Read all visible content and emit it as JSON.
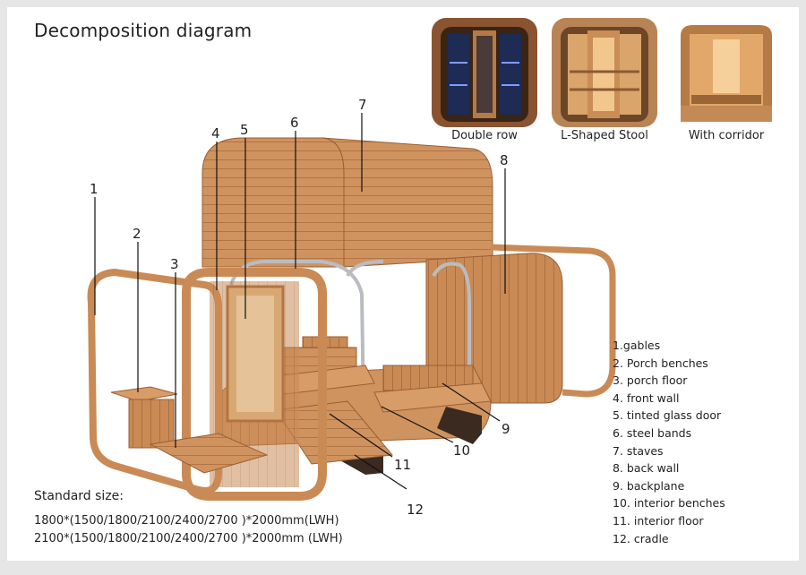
{
  "title": "Decomposition diagram",
  "variants": [
    {
      "caption": "Double row",
      "icon": "double-row-sauna-photo"
    },
    {
      "caption": "L-Shaped Stool",
      "icon": "l-shaped-stool-sauna-photo"
    },
    {
      "caption": "With corridor",
      "icon": "with-corridor-sauna-photo"
    }
  ],
  "parts": [
    {
      "number": "1",
      "label": "1.gables"
    },
    {
      "number": "2",
      "label": "2. Porch benches"
    },
    {
      "number": "3",
      "label": "3. porch floor"
    },
    {
      "number": "4",
      "label": "4. front wall"
    },
    {
      "number": "5",
      "label": "5. tinted glass door"
    },
    {
      "number": "6",
      "label": "6. steel bands"
    },
    {
      "number": "7",
      "label": "7. staves"
    },
    {
      "number": "8",
      "label": "8. back wall"
    },
    {
      "number": "9",
      "label": "9. backplane"
    },
    {
      "number": "10",
      "label": "10. interior benches"
    },
    {
      "number": "11",
      "label": "11. interior floor"
    },
    {
      "number": "12",
      "label": "12. cradle"
    }
  ],
  "standard_size": {
    "title": "Standard size:",
    "lines": [
      "1800*(1500/1800/2100/2400/2700 )*2000mm(LWH)",
      "2100*(1500/1800/2100/2400/2700 )*2000mm (LWH)"
    ]
  },
  "colors": {
    "wood": "#c98a55",
    "wood_dark": "#a8683a",
    "wood_light": "#dba273",
    "steel": "#b9bcc0"
  }
}
